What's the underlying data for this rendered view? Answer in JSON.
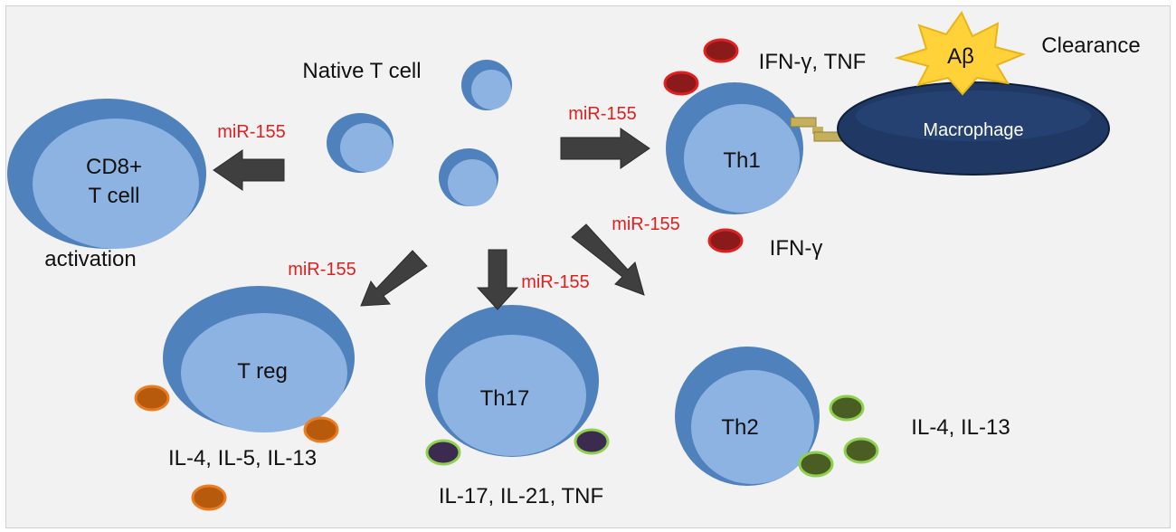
{
  "labels": {
    "native": "Native T cell",
    "cd8_line1": "CD8+",
    "cd8_line2": "T cell",
    "activation": "activation",
    "th1": "Th1",
    "macrophage": "Macrophage",
    "abeta": "Aβ",
    "clearance": "Clearance",
    "th1_cytokines": "IFN-γ, TNF",
    "ifn": "IFN-γ",
    "treg": "T reg",
    "treg_cytokines": "IL-4, IL-5, IL-13",
    "th17": "Th17",
    "th17_cytokines": "IL-17, IL-21, TNF",
    "th2": "Th2",
    "th2_cytokines": "IL-4, IL-13",
    "mir_cd8": "miR-155",
    "mir_th1": "miR-155",
    "mir_th2": "miR-155",
    "mir_treg": "miR-155",
    "mir_th17": "miR-155"
  },
  "colors": {
    "cell_outer": "#4f81bd",
    "cell_inner": "#8db3e2",
    "arrow": "#3f3f3f",
    "mir_text": "#e02020",
    "macrophage": "#1f3864",
    "abeta_star": "#ffd23a",
    "cytokine_red": "#8b1a1a",
    "cytokine_orange": "#b85a0c",
    "cytokine_purple": "#3d2a4f",
    "cytokine_green": "#4a5d23",
    "connector": "#c4b05a"
  }
}
